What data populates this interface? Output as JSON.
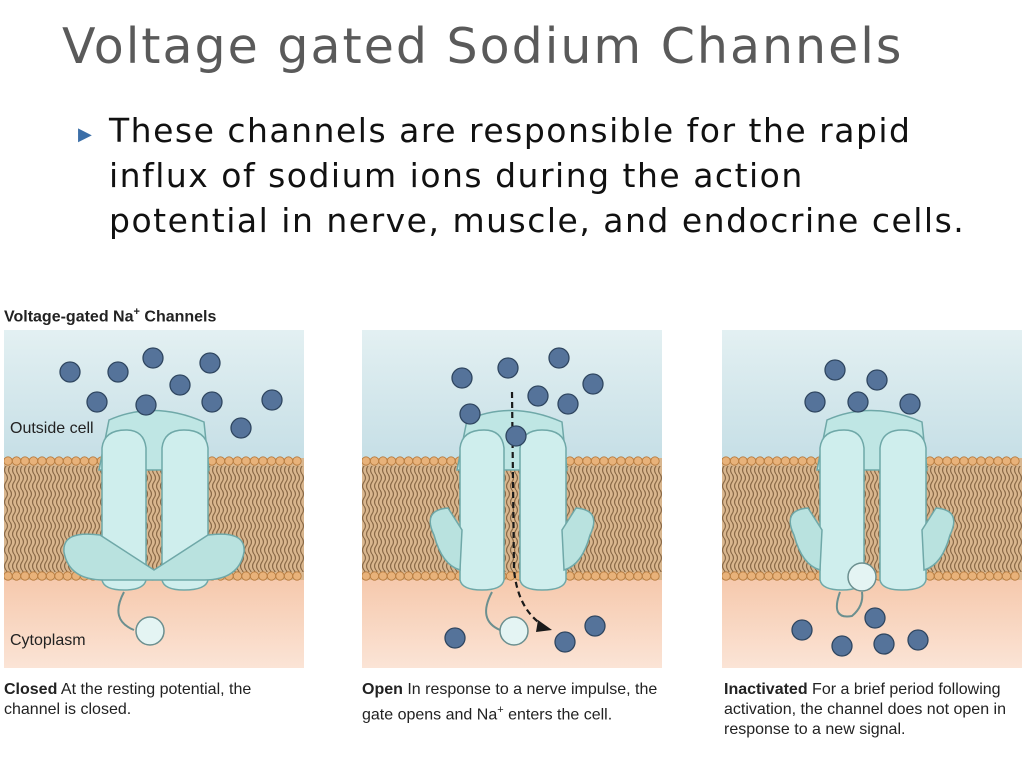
{
  "slide": {
    "title": "Voltage gated Sodium Channels",
    "bullet": "These channels are responsible for the rapid influx of sodium ions during the action potential in nerve, muscle, and endocrine cells."
  },
  "figure": {
    "heading_main": "Voltage-gated Na",
    "heading_sup": "+",
    "heading_tail": " Channels",
    "label_outside": "Outside cell",
    "label_cytoplasm": "Cytoplasm",
    "panels": [
      {
        "state": "Closed",
        "caption_bold": "Closed",
        "caption_1": " At the resting potential, the channel is closed.",
        "caption_sup": "",
        "caption_2": ""
      },
      {
        "state": "Open",
        "caption_bold": "Open",
        "caption_1": " In response to a nerve impulse, the gate opens and Na",
        "caption_sup": "+",
        "caption_2": " enters the cell."
      },
      {
        "state": "Inactivated",
        "caption_bold": "Inactivated",
        "caption_1": " For a brief period following activation, the channel does not open in response to a new signal.",
        "caption_sup": "",
        "caption_2": ""
      }
    ]
  },
  "colors": {
    "outside_fluid": "#c6dfe6",
    "cytoplasm": "#f6c9ad",
    "membrane_head": "#e8b27a",
    "membrane_tail": "#8a6a48",
    "protein": "#cfeeed",
    "protein_stroke": "#6fa8a8",
    "ion": "#55739a",
    "title": "#5a5a5a",
    "bullet_arrow": "#3c6fa8"
  }
}
